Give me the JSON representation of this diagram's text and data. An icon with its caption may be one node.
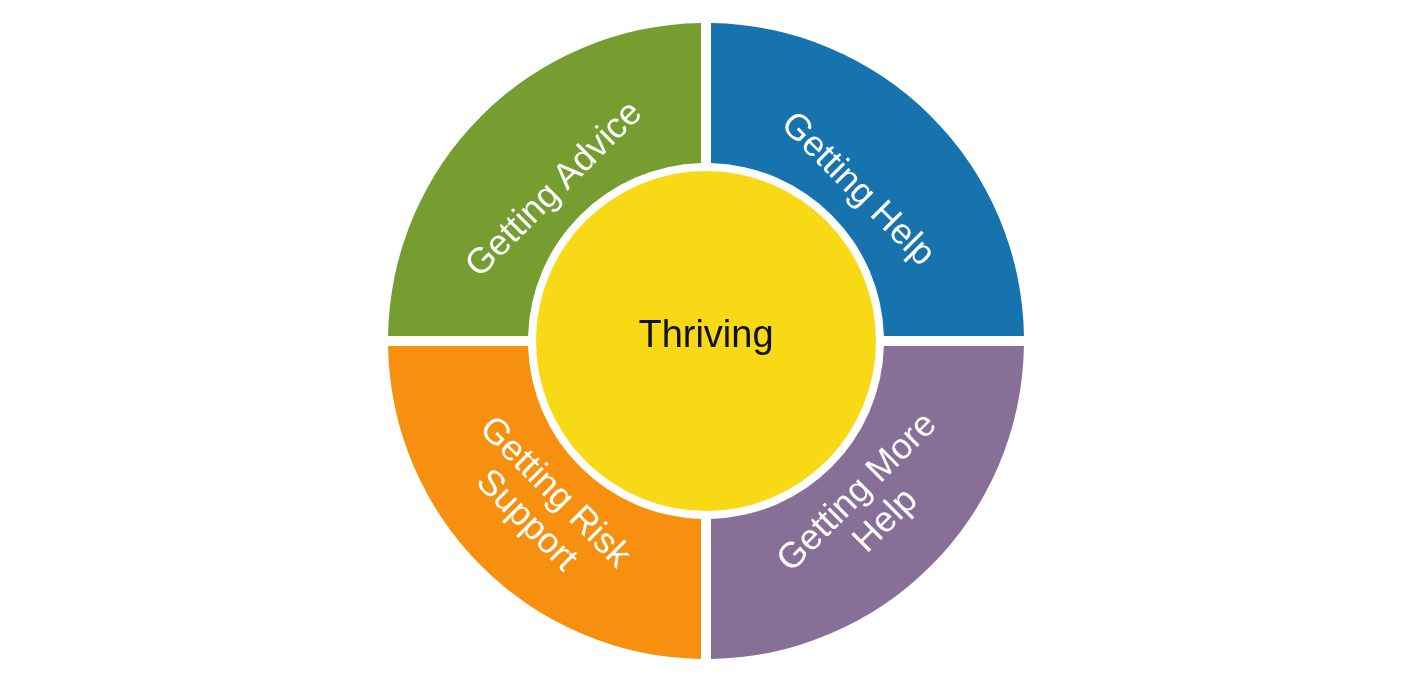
{
  "diagram": {
    "nodes": [
      {
        "text": [
          "Getting Advice"
        ]
      },
      {
        "text": [
          "Getting Help"
        ]
      },
      {
        "text": [
          "Thriving"
        ]
      },
      {
        "text": [
          "Getting Risk Support"
        ]
      },
      {
        "text": [
          "Getting More Help"
        ]
      }
    ]
  }
}
